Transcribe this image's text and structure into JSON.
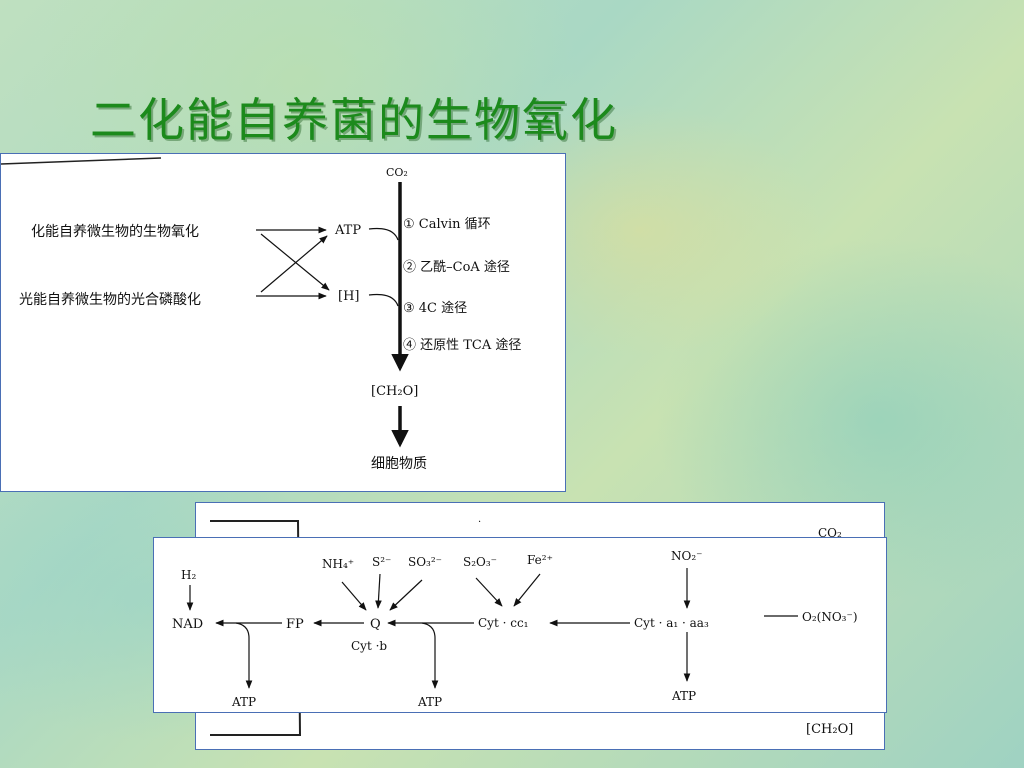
{
  "slide": {
    "title": "二化能自养菌的生物氧化"
  },
  "diagram1": {
    "left_label_top": "化能自养微生物的生物氧化",
    "left_label_bottom": "光能自养微生物的光合磷酸化",
    "atp": "ATP",
    "h": "[H]",
    "co2": "CO₂",
    "pathways": [
      "① Calvin 循环",
      "② 乙酰–CoA 途径",
      "③ 4C 途径",
      "④ 还原性 TCA 途径"
    ],
    "ch2o": "[CH₂O]",
    "cell_material": "细胞物质"
  },
  "diagram2": {
    "co2": "CO₂",
    "ch2o": "[CH₂O]"
  },
  "diagram3": {
    "h2": "H₂",
    "nad": "NAD",
    "fp": "FP",
    "q": "Q",
    "cytb": "Cyt ·b",
    "nh4": "NH₄⁺",
    "s2": "S²⁻",
    "so3": "SO₃²⁻",
    "s2o3": "S₂O₃⁻",
    "fe": "Fe²⁺",
    "cytc": "Cyt · cc₁",
    "cyta": "Cyt · a₁ · aa₃",
    "no2": "NO₂⁻",
    "o2": "O₂(NO₃⁻)",
    "atp1": "ATP",
    "atp2": "ATP",
    "atp3": "ATP"
  },
  "colors": {
    "title": "#1c8a1c",
    "panel_border": "#4a6fb5"
  }
}
